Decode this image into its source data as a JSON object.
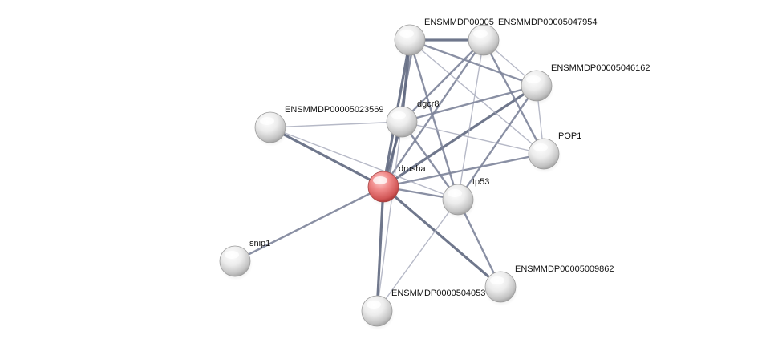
{
  "network": {
    "nodes": [
      {
        "id": "n_e1",
        "label": "ENSMMDP00005",
        "query": false
      },
      {
        "id": "n_e2",
        "label": "ENSMMDP00005047954",
        "query": false
      },
      {
        "id": "n_e3",
        "label": "ENSMMDP00005046162",
        "query": false
      },
      {
        "id": "n_dg",
        "label": "dgcr8",
        "query": false
      },
      {
        "id": "n_e4",
        "label": "ENSMMDP00005023569",
        "query": false
      },
      {
        "id": "n_po",
        "label": "POP1",
        "query": false
      },
      {
        "id": "n_dr",
        "label": "drosha",
        "query": true
      },
      {
        "id": "n_tp",
        "label": "tp53",
        "query": false
      },
      {
        "id": "n_sn",
        "label": "snip1",
        "query": false
      },
      {
        "id": "n_e5",
        "label": "ENSMMDP00005009862",
        "query": false
      },
      {
        "id": "n_e6",
        "label": "ENSMMDP0000504053",
        "query": false
      }
    ],
    "edges": [
      {
        "source": "n_dr",
        "target": "n_e1",
        "weight": 3
      },
      {
        "source": "n_dr",
        "target": "n_e1",
        "weight": 2
      },
      {
        "source": "n_dr",
        "target": "n_dg",
        "weight": 3
      },
      {
        "source": "n_dr",
        "target": "n_e2",
        "weight": 2
      },
      {
        "source": "n_dr",
        "target": "n_e3",
        "weight": 3
      },
      {
        "source": "n_dr",
        "target": "n_e4",
        "weight": 3
      },
      {
        "source": "n_dr",
        "target": "n_po",
        "weight": 2
      },
      {
        "source": "n_dr",
        "target": "n_tp",
        "weight": 2
      },
      {
        "source": "n_dr",
        "target": "n_sn",
        "weight": 2
      },
      {
        "source": "n_dr",
        "target": "n_e5",
        "weight": 3
      },
      {
        "source": "n_dr",
        "target": "n_e6",
        "weight": 3
      },
      {
        "source": "n_e1",
        "target": "n_e2",
        "weight": 3
      },
      {
        "source": "n_e1",
        "target": "n_e3",
        "weight": 2
      },
      {
        "source": "n_e1",
        "target": "n_dg",
        "weight": 3
      },
      {
        "source": "n_e1",
        "target": "n_tp",
        "weight": 2
      },
      {
        "source": "n_e1",
        "target": "n_po",
        "weight": 1
      },
      {
        "source": "n_e2",
        "target": "n_e3",
        "weight": 1
      },
      {
        "source": "n_e2",
        "target": "n_dg",
        "weight": 2
      },
      {
        "source": "n_e2",
        "target": "n_tp",
        "weight": 1
      },
      {
        "source": "n_e2",
        "target": "n_po",
        "weight": 2
      },
      {
        "source": "n_e3",
        "target": "n_dg",
        "weight": 2
      },
      {
        "source": "n_e3",
        "target": "n_tp",
        "weight": 2
      },
      {
        "source": "n_e3",
        "target": "n_po",
        "weight": 1
      },
      {
        "source": "n_dg",
        "target": "n_tp",
        "weight": 2
      },
      {
        "source": "n_dg",
        "target": "n_po",
        "weight": 1
      },
      {
        "source": "n_dg",
        "target": "n_e4",
        "weight": 1
      },
      {
        "source": "n_tp",
        "target": "n_e5",
        "weight": 2
      },
      {
        "source": "n_tp",
        "target": "n_e6",
        "weight": 1
      },
      {
        "source": "n_tp",
        "target": "n_e4",
        "weight": 1
      },
      {
        "source": "n_dg",
        "target": "n_e6",
        "weight": 1
      }
    ]
  }
}
